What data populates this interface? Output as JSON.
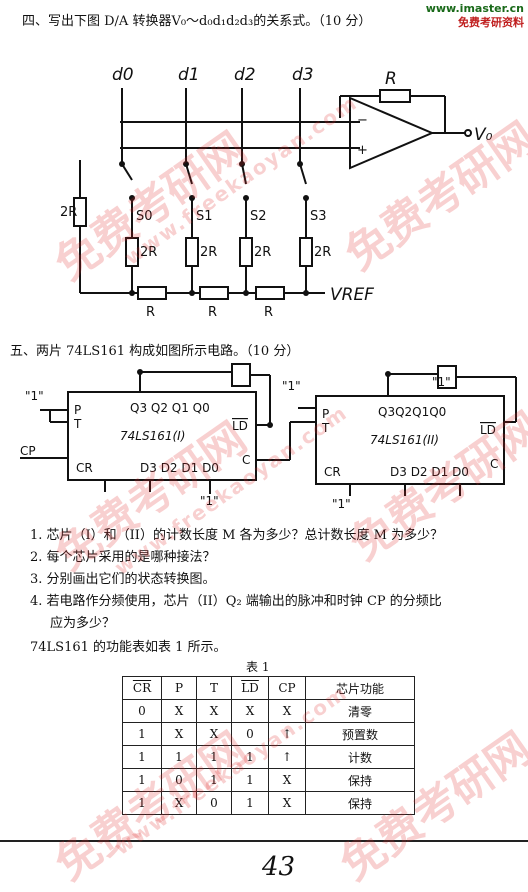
{
  "header": {
    "site": "www.imaster.cn",
    "subtitle": "免费考研资料"
  },
  "q4": {
    "title": "四、写出下图 D/A 转换器V₀～d₀d₁d₂d₃的关系式。（10 分）",
    "inputs": [
      "d0",
      "d1",
      "d2",
      "d3"
    ],
    "switches": [
      "S0",
      "S1",
      "S2",
      "S3"
    ],
    "feedback_r": "R",
    "shunt_r": "2R",
    "branch_r": "2R",
    "ladder_r": "R",
    "vref": "VREF",
    "vout": "V₀",
    "op_minus": "−",
    "op_plus": "+"
  },
  "q5": {
    "title": "五、两片 74LS161 构成如图所示电路。（10 分）",
    "chip1": {
      "label": "74LS161(I)",
      "q": "Q3 Q2 Q1 Q0",
      "ld": "LD",
      "p": "P",
      "t": "T",
      "cr": "CR",
      "d": "D3 D2 D1 D0",
      "c": "C"
    },
    "chip2": {
      "label": "74LS161(II)",
      "q": "Q3Q2Q1Q0",
      "ld": "LD",
      "p": "P",
      "t": "T",
      "cr": "CR",
      "d": "D3 D2 D1 D0",
      "c": "C"
    },
    "one1": "\"1\"",
    "one2": "\"1\"",
    "one3": "\"1\"",
    "one4": "\"1\"",
    "one5": "\"1\"",
    "cp": "CP",
    "items": [
      "1. 芯片（I）和（II）的计数长度 M 各为多少？总计数长度 M 为多少？",
      "2. 每个芯片采用的是哪种接法？",
      "3. 分别画出它们的状态转换图。",
      "4. 若电路作分频使用，芯片（II）Q₂ 端输出的脉冲和时钟 CP 的分频比",
      "应为多少？"
    ],
    "table_intro": "74LS161 的功能表如表 1 所示。",
    "table_caption": "表 1",
    "table_headers": [
      "CR",
      "P",
      "T",
      "LD",
      "CP",
      "芯片功能"
    ],
    "table_rows": [
      [
        "0",
        "X",
        "X",
        "X",
        "X",
        "清零"
      ],
      [
        "1",
        "X",
        "X",
        "0",
        "↑",
        "预置数"
      ],
      [
        "1",
        "1",
        "1",
        "1",
        "↑",
        "计数"
      ],
      [
        "1",
        "0",
        "1",
        "1",
        "X",
        "保持"
      ],
      [
        "1",
        "X",
        "0",
        "1",
        "X",
        "保持"
      ]
    ]
  },
  "watermark": {
    "cn": "免费考研网",
    "en": "www.freekaoyan.com"
  },
  "page_number": "43"
}
